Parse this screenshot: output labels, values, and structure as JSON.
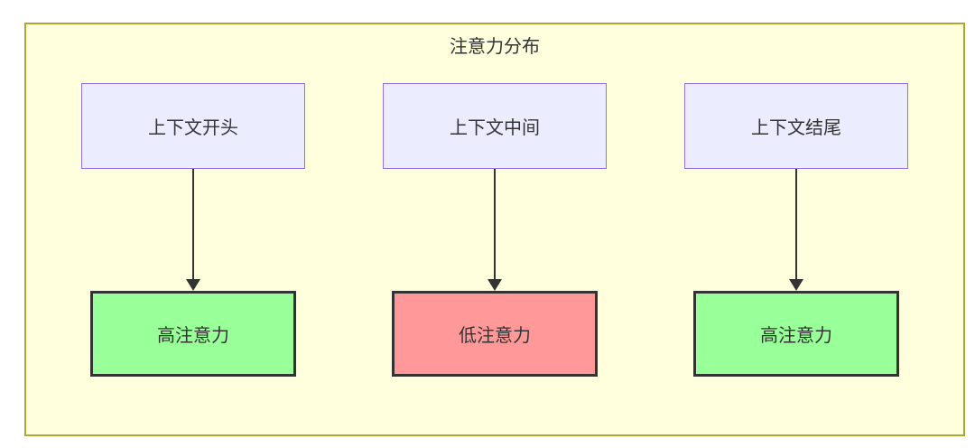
{
  "diagram": {
    "title": "注意力分布",
    "columns": [
      {
        "source": "上下文开头",
        "target": "高注意力",
        "target_type": "high"
      },
      {
        "source": "上下文中间",
        "target": "低注意力",
        "target_type": "low"
      },
      {
        "source": "上下文结尾",
        "target": "高注意力",
        "target_type": "high"
      }
    ],
    "colors": {
      "container_bg": "#ffffde",
      "container_border": "#aaaa33",
      "source_bg": "#ECECFF",
      "source_border": "#9370DB",
      "high_bg": "#99ff99",
      "low_bg": "#ff9999",
      "target_border": "#333333",
      "text": "#333333",
      "arrow": "#333333"
    }
  }
}
